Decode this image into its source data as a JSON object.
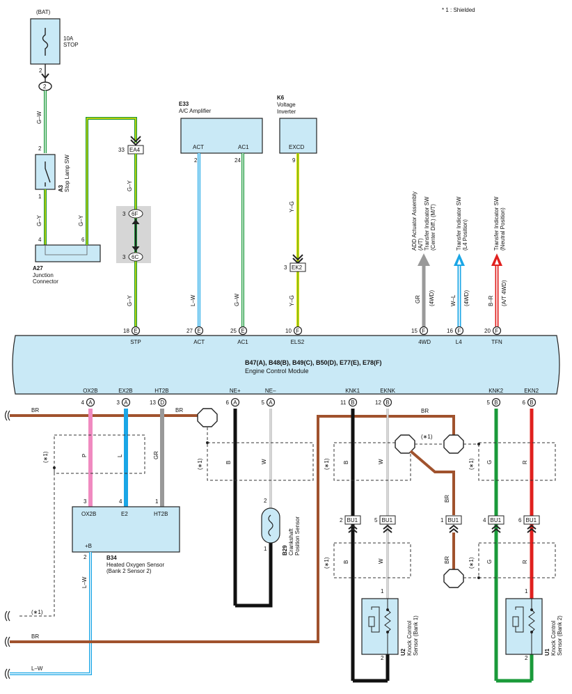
{
  "note": "* 1 : Shielded",
  "power": {
    "bat": "(BAT)",
    "fuse_amp": "10A",
    "fuse_name": "STOP",
    "pin_top": "2",
    "conn_2": "2"
  },
  "stop_lamp": {
    "code": "A3",
    "name": "Stop Lamp SW",
    "pin_top": "2",
    "pin_bot": "1"
  },
  "junction": {
    "code": "A27",
    "name1": "Junction",
    "name2": "Connector",
    "pin_left": "4",
    "pin_right": "6"
  },
  "a_c_amp": {
    "code": "E33",
    "name": "A/C Amplifier",
    "act": "ACT",
    "ac1": "AC1",
    "pin_act": "2",
    "pin_ac1": "24"
  },
  "inverter": {
    "code": "K6",
    "name1": "Voltage",
    "name2": "Inverter",
    "excd": "EXCD",
    "pin": "9"
  },
  "connectors": {
    "ea4": "EA4",
    "ea4_pin": "33",
    "c6f": "6F",
    "c6f_pin": "3",
    "c6c": "6C",
    "c6c_pin": "3",
    "ek2": "EK2",
    "ek2_pin": "3"
  },
  "wires": {
    "gw": "G–W",
    "gy": "G–Y",
    "lw": "L–W",
    "yg": "Y–G",
    "gr": "GR",
    "wl": "W–L",
    "br": "B–R",
    "brown": "BR",
    "p": "P",
    "l": "L",
    "b": "B",
    "w": "W",
    "g": "G",
    "r": "R",
    "shield": "(∗1)"
  },
  "right_labels": {
    "add1": "ADD Actuator Assembly",
    "add2": "(A/T)",
    "add3": "Transfer Indicator SW",
    "add4": "(Center Diff.) (M/T)",
    "l4_1": "Transfer Indicator SW",
    "l4_2": "(L4 Position)",
    "tfn1": "Transfer Indicator SW",
    "tfn2": "(Neutral Position)",
    "wd4": "(4WD)",
    "at4wd": "(A/T 4WD)"
  },
  "ecm": {
    "codes": "B47(A), B48(B), B49(C), B50(D), E77(E), E78(F)",
    "name": "Engine Control Module",
    "top_pins": [
      {
        "num": "18",
        "letter": "E",
        "name": "STP"
      },
      {
        "num": "27",
        "letter": "E",
        "name": "ACT"
      },
      {
        "num": "25",
        "letter": "E",
        "name": "AC1"
      },
      {
        "num": "10",
        "letter": "F",
        "name": "ELS2"
      },
      {
        "num": "15",
        "letter": "F",
        "name": "4WD"
      },
      {
        "num": "16",
        "letter": "F",
        "name": "L4"
      },
      {
        "num": "20",
        "letter": "F",
        "name": "TFN"
      }
    ],
    "bot_pins": [
      {
        "num": "4",
        "letter": "A",
        "name": "OX2B"
      },
      {
        "num": "3",
        "letter": "A",
        "name": "EX2B"
      },
      {
        "num": "13",
        "letter": "D",
        "name": "HT2B"
      },
      {
        "num": "6",
        "letter": "A",
        "name": "NE+"
      },
      {
        "num": "5",
        "letter": "A",
        "name": "NE–"
      },
      {
        "num": "11",
        "letter": "B",
        "name": "KNK1"
      },
      {
        "num": "12",
        "letter": "B",
        "name": "EKNK"
      },
      {
        "num": "5",
        "letter": "B",
        "name": "KNK2"
      },
      {
        "num": "6",
        "letter": "B",
        "name": "EKN2"
      }
    ]
  },
  "o2": {
    "code": "B34",
    "name1": "Heated Oxygen Sensor",
    "name2": "(Bank 2 Sensor 2)",
    "ox2b": "OX2B",
    "e2": "E2",
    "ht2b": "HT2B",
    "b": "+B",
    "p3": "3",
    "p4": "4",
    "p1": "1",
    "p2": "2"
  },
  "crank": {
    "code": "B29",
    "name1": "Crankshaft",
    "name2": "Position Sensor",
    "p2": "2",
    "p1": "1"
  },
  "bu1": {
    "label": "BU1",
    "p2": "2",
    "p5": "5",
    "p1": "1",
    "p4": "4",
    "p6": "6"
  },
  "knock1": {
    "code": "U2",
    "name1": "Knock Control",
    "name2": "Sensor (Bank 1)",
    "p1": "1",
    "p2": "2"
  },
  "knock2": {
    "code": "U1",
    "name1": "Knock Control",
    "name2": "Sensor (Bank 2)",
    "p1": "1",
    "p2": "2"
  },
  "colors": {
    "brown": "#a0522d",
    "green": "#1a9a3a",
    "yellow": "#f0e000",
    "blue": "#1aa6e6",
    "pink": "#f08ac0",
    "gray": "#999999",
    "red": "#e0201e",
    "black": "#111111",
    "box": "#c9e9f6"
  }
}
